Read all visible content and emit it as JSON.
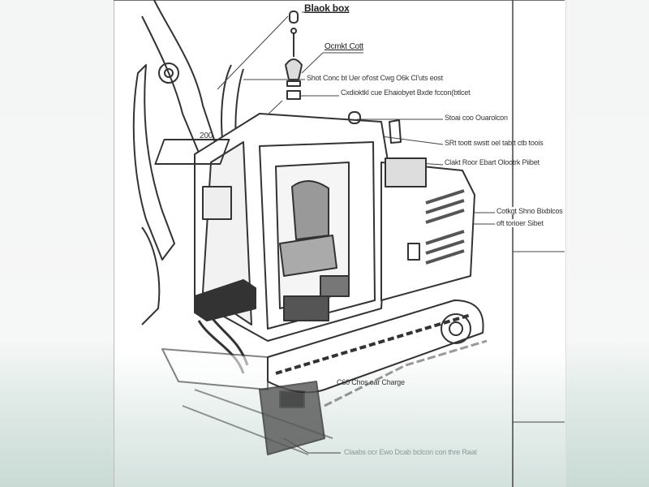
{
  "diagram": {
    "labels": {
      "black_box": "Blaok box",
      "control_cord": "Ocmkt Cott",
      "label_3": "Shot Conc bt Uer of'ost Cwg O6k Cl'uts eost",
      "label_4": "Cxdioktkl cue Ehaiobyet Bxde fccon(btlcet",
      "label_5": "Stoai coo Ouarolcon",
      "label_6": "SRt toott swstt oel tabtt ctb toois",
      "label_7": "Clakt Roor Ebart Olootrk Piibet",
      "label_8": "Cotkgt Shno Bixblcos",
      "label_9": "oft torioer Sibet",
      "label_10": "C60 Chos oar Charge",
      "label_11": "Claabs ocr Ewo Dcab bclcon con thre Raat",
      "cab_tag": "200"
    }
  }
}
